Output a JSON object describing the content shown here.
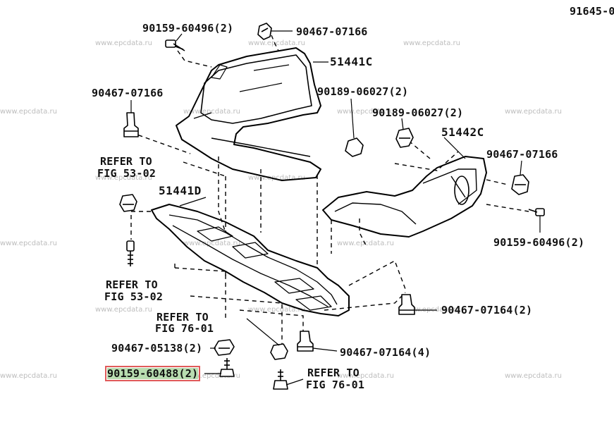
{
  "watermark": "www.epcdata.ru",
  "corner_label": "91645-0",
  "part_numbers": {
    "p51441c": "51441C",
    "p51442c": "51442C",
    "p51441d": "51441D"
  },
  "callouts": {
    "c1": "90159-60496(2)",
    "c2": "90467-07166",
    "c3": "90467-07166",
    "c4": "90189-06027(2)",
    "c5": "90189-06027(2)",
    "c6": "90467-07166",
    "c7": "90159-60496(2)",
    "c8": "90467-07164(2)",
    "c9": "90467-07164(4)",
    "c10": "90467-05138(2)",
    "c11": "90159-60488(2)"
  },
  "refers": {
    "r1_a": "REFER TO",
    "r1_b": "FIG 53-02",
    "r2_a": "REFER TO",
    "r2_b": "FIG 53-02",
    "r3_a": "REFER TO",
    "r3_b": "FIG 76-01",
    "r4_a": "REFER TO",
    "r4_b": "FIG 76-01"
  },
  "highlight_color": "#e05a5a"
}
